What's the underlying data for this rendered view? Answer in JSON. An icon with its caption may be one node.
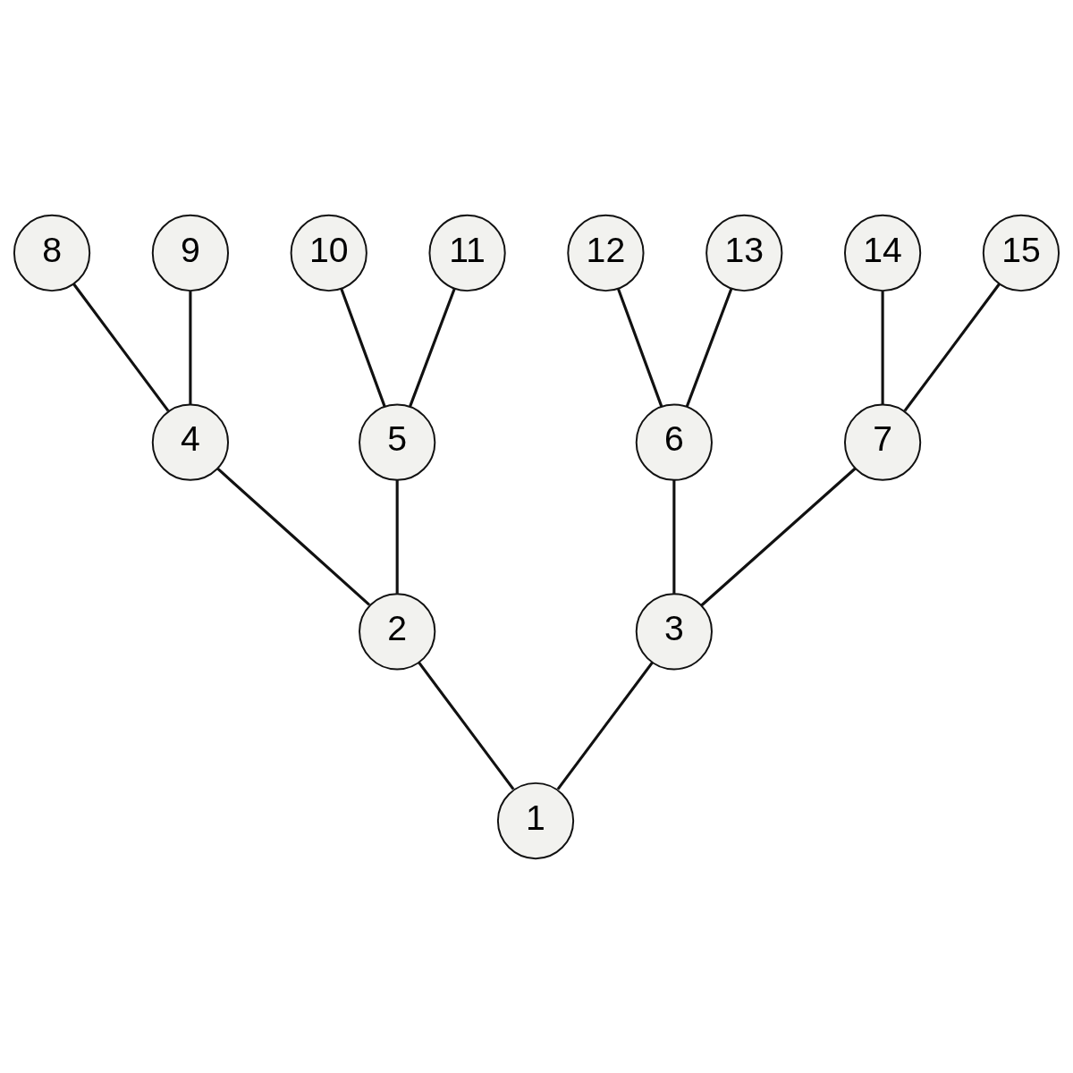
{
  "diagram": {
    "nodes": [
      {
        "text": [
          "8"
        ]
      },
      {
        "text": [
          "9"
        ]
      },
      {
        "text": [
          "10"
        ]
      },
      {
        "text": [
          "11"
        ]
      },
      {
        "text": [
          "12"
        ]
      },
      {
        "text": [
          "13"
        ]
      },
      {
        "text": [
          "14"
        ]
      },
      {
        "text": [
          "15"
        ]
      },
      {
        "text": [
          "4"
        ]
      },
      {
        "text": [
          "5"
        ]
      },
      {
        "text": [
          "6"
        ]
      },
      {
        "text": [
          "7"
        ]
      },
      {
        "text": [
          "2"
        ]
      },
      {
        "text": [
          "3"
        ]
      },
      {
        "text": [
          "1"
        ]
      }
    ],
    "edges": [
      {
        "from": 14,
        "to": 12,
        "arrow": "none"
      },
      {
        "from": 14,
        "to": 13,
        "arrow": "none"
      },
      {
        "from": 12,
        "to": 8,
        "arrow": "none"
      },
      {
        "from": 12,
        "to": 9,
        "arrow": "none"
      },
      {
        "from": 13,
        "to": 10,
        "arrow": "none"
      },
      {
        "from": 13,
        "to": 11,
        "arrow": "none"
      },
      {
        "from": 8,
        "to": 0,
        "arrow": "none"
      },
      {
        "from": 8,
        "to": 1,
        "arrow": "none"
      },
      {
        "from": 9,
        "to": 2,
        "arrow": "none"
      },
      {
        "from": 9,
        "to": 3,
        "arrow": "none"
      },
      {
        "from": 10,
        "to": 4,
        "arrow": "none"
      },
      {
        "from": 10,
        "to": 5,
        "arrow": "none"
      },
      {
        "from": 11,
        "to": 6,
        "arrow": "none"
      },
      {
        "from": 11,
        "to": 7,
        "arrow": "none"
      }
    ]
  }
}
